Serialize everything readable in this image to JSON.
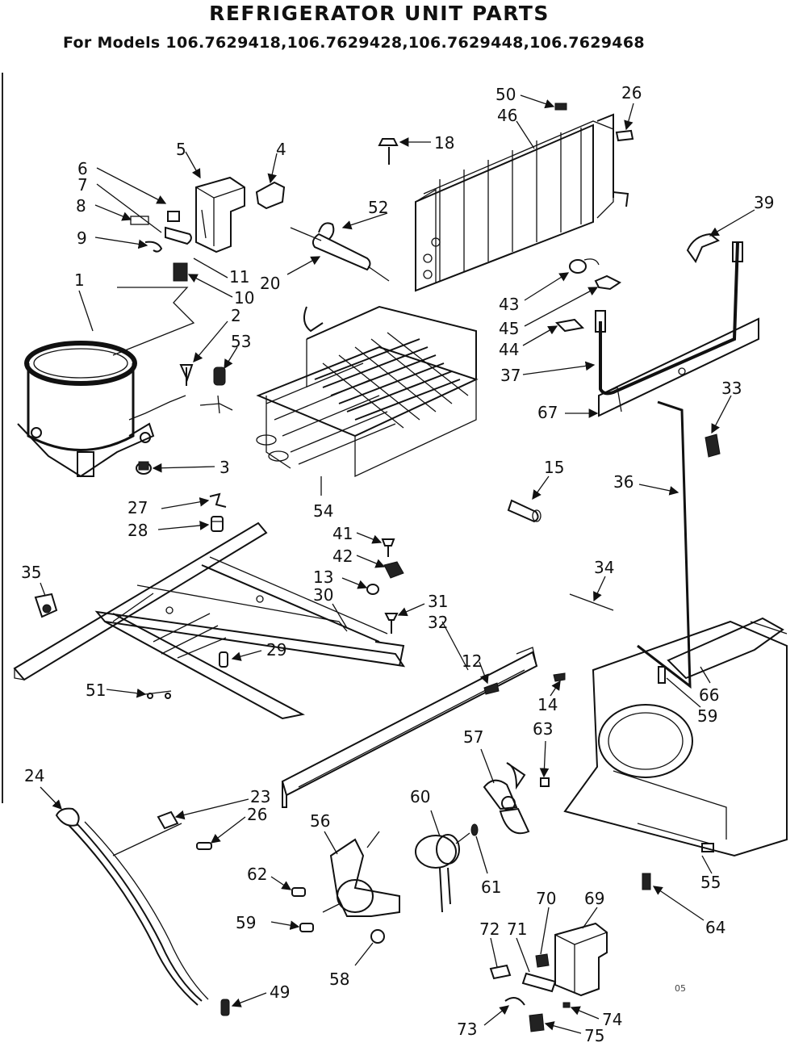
{
  "header": {
    "title": "REFRIGERATOR UNIT PARTS",
    "subtitle": "For Models 106.7629418,106.7629428,106.7629448,106.7629468"
  },
  "corner_mark": "05",
  "part_numbers": [
    "1",
    "2",
    "3",
    "4",
    "5",
    "6",
    "7",
    "8",
    "9",
    "10",
    "11",
    "12",
    "13",
    "14",
    "15",
    "18",
    "20",
    "23",
    "24",
    "26",
    "26",
    "27",
    "28",
    "29",
    "30",
    "31",
    "32",
    "33",
    "34",
    "35",
    "36",
    "37",
    "39",
    "41",
    "42",
    "43",
    "44",
    "45",
    "46",
    "49",
    "50",
    "51",
    "52",
    "53",
    "54",
    "55",
    "56",
    "57",
    "58",
    "59",
    "59",
    "60",
    "61",
    "62",
    "63",
    "64",
    "66",
    "67",
    "69",
    "70",
    "71",
    "72",
    "73",
    "74",
    "75"
  ]
}
